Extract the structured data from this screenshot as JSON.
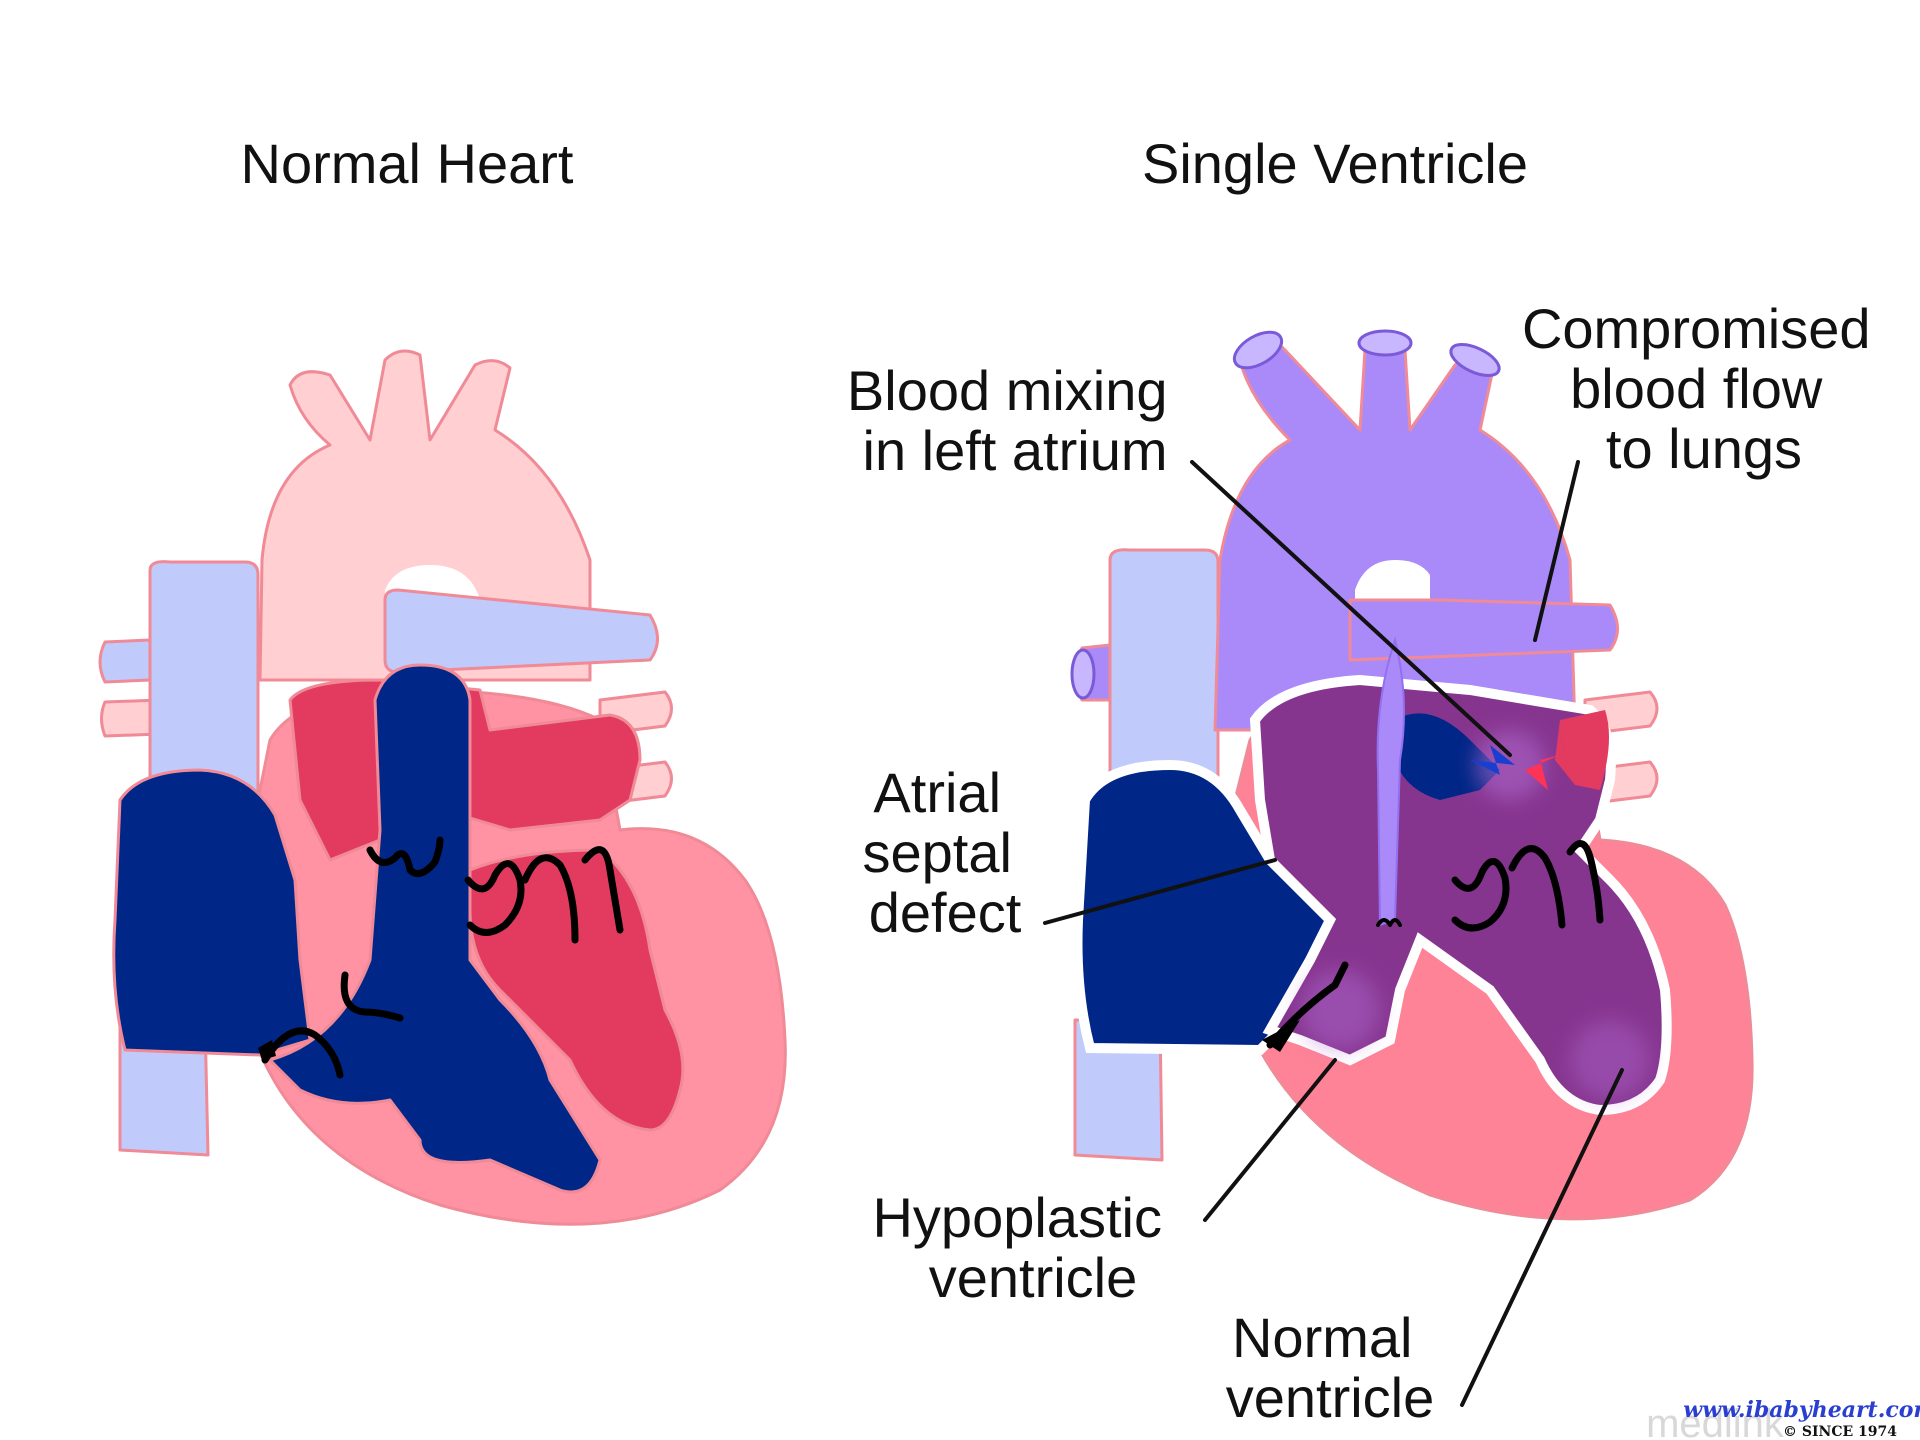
{
  "titles": {
    "normal": "Normal Heart",
    "single": "Single Ventricle"
  },
  "labels": {
    "blood_mixing": [
      "Blood mixing",
      "in left atrium"
    ],
    "compromised": [
      "Compromised",
      "blood flow",
      "to lungs"
    ],
    "asd": [
      "Atrial",
      "septal",
      "defect"
    ],
    "hypoplastic": [
      "Hypoplastic",
      "ventricle"
    ],
    "normal_ventricle": [
      "Normal",
      "ventricle"
    ]
  },
  "watermark": {
    "url": "www.ibabyheart.com",
    "since": "© SINCE 1974",
    "ghost": "medlink"
  },
  "colors": {
    "deoxygenated": "#002687",
    "oxygenated": "#e33a5f",
    "myocardium": "#ff93a3",
    "aorta_normal": "#ffcfd1",
    "veins_normal": "#c0cbfb",
    "mixed_vessels": "#a98af8",
    "mixed_blood": "#86358f",
    "outline": "#f08a96"
  }
}
